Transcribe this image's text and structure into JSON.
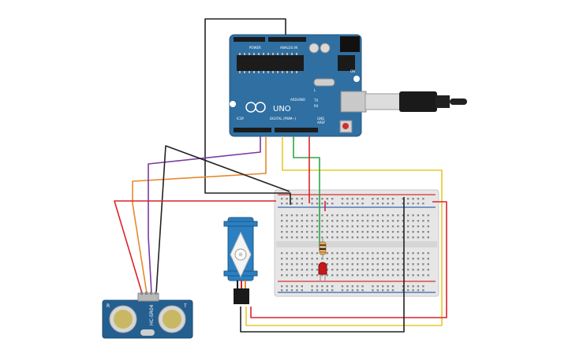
{
  "arduino": {
    "brand_text": "UNO",
    "logo_text": "ARDUINO",
    "power_label": "POWER",
    "analog_label": "ANALOG IN",
    "digital_label": "DIGITAL (PWM~)",
    "icsp_label": "ICSP",
    "aref_label": "AREF",
    "gnd_label": "GND",
    "tx_label": "TX",
    "rx_label": "RX",
    "l_label": "L",
    "on_label": "ON"
  },
  "sensor": {
    "model": "HC-SR04",
    "left_mark": "R",
    "right_mark": "T"
  },
  "colors": {
    "board": "#2f6fa2",
    "wire_red": "#d9252a",
    "wire_black": "#222222",
    "wire_yellow": "#e7c82d",
    "wire_orange": "#e6892c",
    "wire_purple": "#7a3aa0",
    "wire_green": "#2aa645",
    "breadboard": "#e8e8e8",
    "servo": "#2c7fc0",
    "led": "#c51a1a"
  }
}
